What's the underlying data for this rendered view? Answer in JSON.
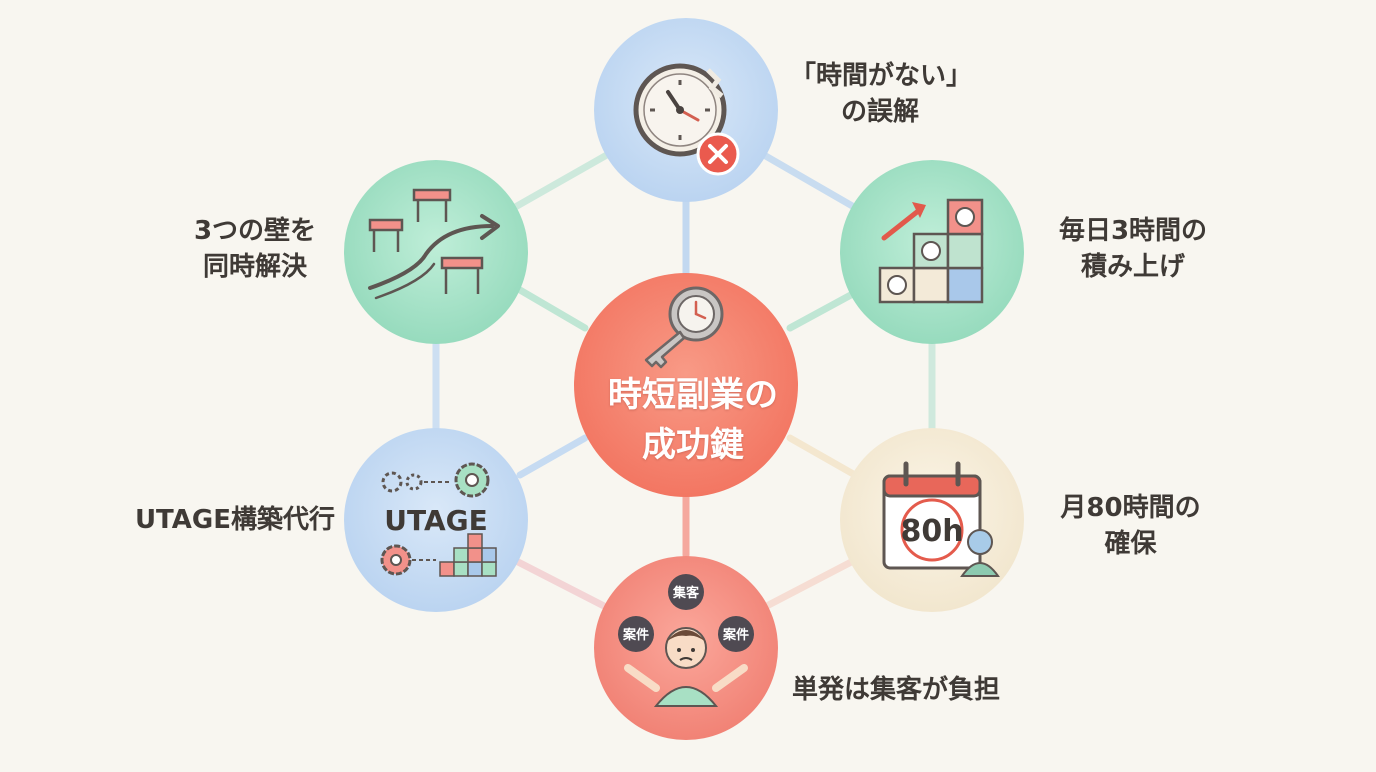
{
  "center": {
    "line1": "時短副業の",
    "line2": "成功鍵"
  },
  "nodes": {
    "top": {
      "line1": "「時間がない」",
      "line2": "の誤解",
      "icon": "broken-clock-icon"
    },
    "upper_right": {
      "line1": "毎日3時間の",
      "line2": "積み上げ",
      "icon": "stacked-blocks-clock-icon"
    },
    "lower_right": {
      "line1": "月80時間の",
      "line2": "確保",
      "icon": "calendar-80h-icon",
      "badge": "80h"
    },
    "bottom": {
      "label": "単発は集客が負担",
      "icon": "stressed-person-icon",
      "bubble_left": "案件",
      "bubble_top": "集客",
      "bubble_right": "案件"
    },
    "lower_left": {
      "label": "UTAGE構築代行",
      "icon": "gears-blocks-icon",
      "icon_text": "UTAGE"
    },
    "upper_left": {
      "line1": "3つの壁を",
      "line2": "同時解決",
      "icon": "hurdles-arrow-icon"
    }
  },
  "colors": {
    "center": "#f5836f",
    "top": "#c9dcf4",
    "upper_right": "#a8e3c9",
    "lower_right": "#f7eeda",
    "bottom": "#f7958a",
    "lower_left": "#c6dcf5",
    "upper_left": "#a8e3c9",
    "text": "#3f3a36"
  }
}
